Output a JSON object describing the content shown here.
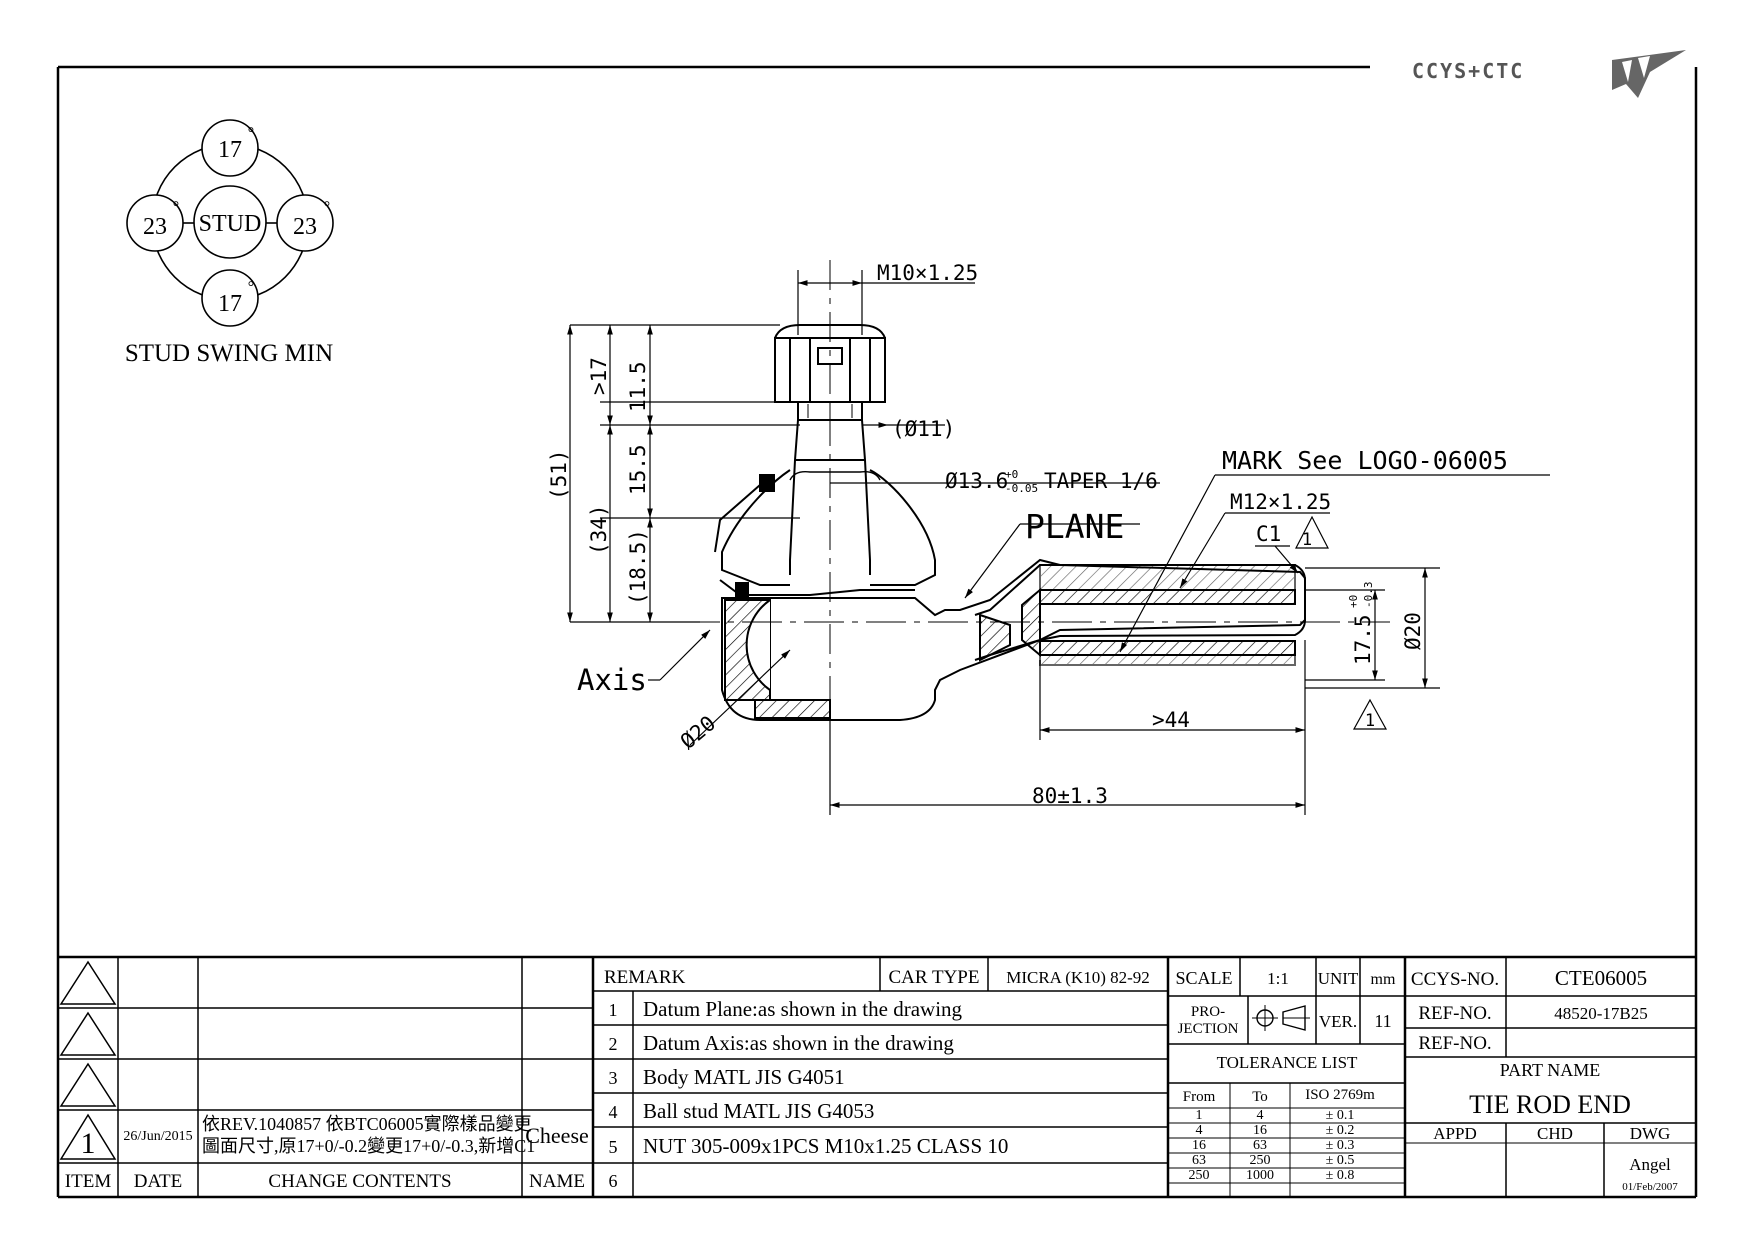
{
  "logo": {
    "text": "CCYS+CTC"
  },
  "swing": {
    "top": "17",
    "bottom": "17",
    "left": "23",
    "right": "23",
    "center": "STUD",
    "degree": "°",
    "caption": "STUD SWING MIN"
  },
  "dims": {
    "thread_stud": "M10×1.25",
    "dia11": "(Ø11)",
    "taper": "Ø13.6",
    "taper_tol_upper": "+0",
    "taper_tol_lower": "-0.05",
    "taper_suffix": "TAPER 1/6",
    "mark": "MARK See LOGO-06005",
    "thread_body": "M12×1.25",
    "c1": "C1",
    "rev_symbol": "1",
    "plane": "PLANE",
    "axis": "Axis",
    "gt17": ">17",
    "h11_5": "11.5",
    "h51": "(51)",
    "h15_5": "15.5",
    "h34": "(34)",
    "h18_5": "(18.5)",
    "d17_5": "17.5",
    "d17_5_upper": "+0",
    "d17_5_lower": "-0.3",
    "d20": "Ø20",
    "ball_dia": "Ø20",
    "gt44": ">44",
    "len80": "80±1.3"
  },
  "revision": {
    "rows": [
      {
        "mark": "",
        "date": "",
        "content1": "",
        "content2": "",
        "name": ""
      },
      {
        "mark": "",
        "date": "",
        "content1": "",
        "content2": "",
        "name": ""
      },
      {
        "mark": "",
        "date": "",
        "content1": "",
        "content2": "",
        "name": ""
      },
      {
        "mark": "1",
        "date": "26/Jun/2015",
        "content1": "依REV.1040857 依BTC06005實際樣品變更",
        "content2": "圖面尺寸,原17+0/-0.2變更17+0/-0.3,新增C1",
        "name": "Cheese"
      }
    ],
    "headers": {
      "item": "ITEM",
      "date": "DATE",
      "content": "CHANGE CONTENTS",
      "name": "NAME"
    }
  },
  "remark": {
    "label": "REMARK",
    "car_type_label": "CAR TYPE",
    "car_type": "MICRA (K10) 82-92",
    "items": [
      {
        "no": "1",
        "text": "Datum Plane:as shown in the drawing"
      },
      {
        "no": "2",
        "text": "Datum Axis:as shown in the drawing"
      },
      {
        "no": "3",
        "text": "Body MATL JIS G4051"
      },
      {
        "no": "4",
        "text": "Ball stud MATL JIS G4053"
      },
      {
        "no": "5",
        "text": "NUT 305-009x1PCS M10x1.25 CLASS 10"
      },
      {
        "no": "6",
        "text": ""
      }
    ]
  },
  "info": {
    "scale_label": "SCALE",
    "scale": "1:1",
    "unit_label": "UNIT",
    "unit": "mm",
    "projection_label1": "PRO-",
    "projection_label2": "JECTION",
    "ver_label": "VER.",
    "ver": "11",
    "tolerance_title": "TOLERANCE LIST",
    "tol_headers": {
      "from": "From",
      "to": "To",
      "iso": "ISO 2769m"
    },
    "tolerances": [
      {
        "from": "1",
        "to": "4",
        "tol": "± 0.1"
      },
      {
        "from": "4",
        "to": "16",
        "tol": "± 0.2"
      },
      {
        "from": "16",
        "to": "63",
        "tol": "± 0.3"
      },
      {
        "from": "63",
        "to": "250",
        "tol": "± 0.5"
      },
      {
        "from": "250",
        "to": "1000",
        "tol": "± 0.8"
      }
    ]
  },
  "title_block": {
    "ccys_label": "CCYS-NO.",
    "ccys_no": "CTE06005",
    "ref_label": "REF-NO.",
    "ref_no": "48520-17B25",
    "ref_label2": "REF-NO.",
    "ref_no2": "",
    "part_name_label": "PART NAME",
    "part_name": "TIE ROD END",
    "appd": "APPD",
    "chd": "CHD",
    "dwg": "DWG",
    "dwg_by": "Angel",
    "dwg_date": "01/Feb/2007"
  }
}
